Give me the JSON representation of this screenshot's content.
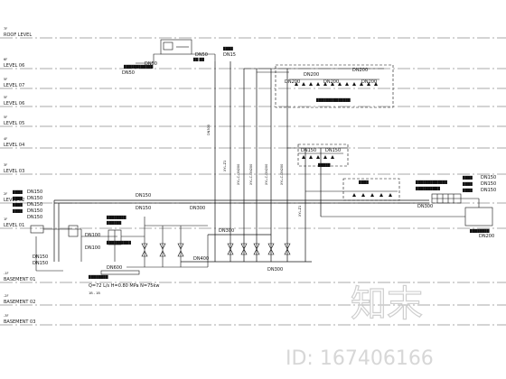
{
  "levels": [
    {
      "num": "7F",
      "name": "ROOF LEVEL"
    },
    {
      "num": "6F",
      "name": "LEVEL 06"
    },
    {
      "num": "5F",
      "name": "LEVEL 07"
    },
    {
      "num": "5F",
      "name": "LEVEL 06"
    },
    {
      "num": "5F",
      "name": "LEVEL 05"
    },
    {
      "num": "4F",
      "name": "LEVEL 04"
    },
    {
      "num": "3F",
      "name": "LEVEL 03"
    },
    {
      "num": "2F",
      "name": "LEVEL 02"
    },
    {
      "num": "1F",
      "name": "LEVEL 01"
    },
    {
      "num": "-1F",
      "name": "BASEMENT 01"
    },
    {
      "num": "-2F",
      "name": "BASEMENT 02"
    },
    {
      "num": "-3F",
      "name": "BASEMENT 03"
    }
  ],
  "risers": [
    {
      "label": "XYL-Z1",
      "size": "DN300"
    },
    {
      "label": "XYL-C-DN200",
      "size": ""
    },
    {
      "label": "XYL-C-DN200",
      "size": ""
    },
    {
      "label": "XYL-C-DN200",
      "size": ""
    },
    {
      "label": "XYL-Z1",
      "size": ""
    }
  ],
  "pipe_labels": {
    "roof_tank": "DN50",
    "roof_tank2": "DN50",
    "roof_riser": "DN15",
    "top_grid_1": "DN200",
    "top_grid_2": "DN200",
    "top_grid_3": "DN200",
    "top_grid_4": "DN200",
    "top_grid_5": "DN200",
    "mid_grid_1": "DN150",
    "mid_grid_2": "DN150",
    "main_l2_a": "DN150",
    "main_l2_b": "DN150",
    "main_l2_c": "DN300",
    "main_b1": "DN300",
    "main_b1_b": "DN400",
    "main_b1_c": "DN300",
    "right_1": "DN150",
    "right_2": "DN150",
    "right_3": "DN150",
    "right_4": "DN300",
    "right_5": "DN200",
    "left_1": "DN150",
    "left_2": "DN150",
    "left_3": "DN150",
    "left_4": "DN150",
    "left_5": "DN150",
    "pump_1": "DN100",
    "pump_2": "DN100",
    "pump_3": "DN600",
    "pump_4": "DN150",
    "pump_note": "Q=72 L/s H=0.80 MPa N=75kw",
    "pump_note2": "1B - 1B"
  },
  "watermark": {
    "logo": "知末",
    "id": "ID: 167406166"
  }
}
